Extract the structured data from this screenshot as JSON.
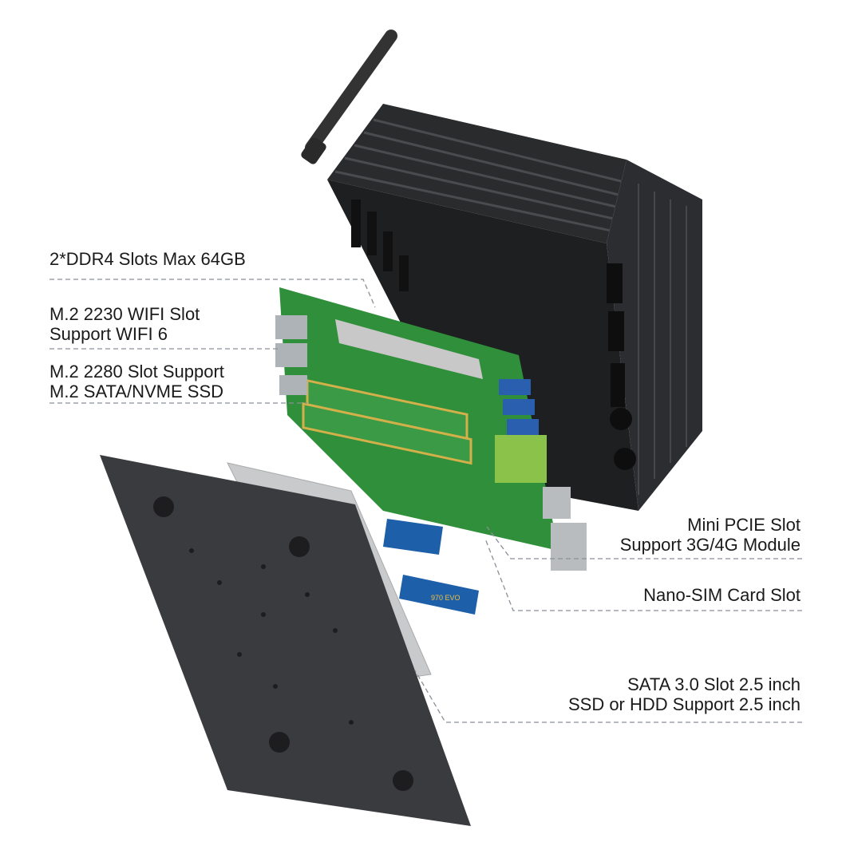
{
  "callouts": {
    "ddr4": "2*DDR4 Slots Max 64GB",
    "wifi": [
      "M.2 2230 WIFI Slot",
      "Support WIFI 6"
    ],
    "m2_2280": [
      "M.2 2280 Slot Support",
      "M.2 SATA/NVME SSD"
    ],
    "mini_pcie": [
      "Mini PCIE Slot",
      "Support 3G/4G Module"
    ],
    "nano_sim": "Nano-SIM Card Slot",
    "sata": [
      "SATA 3.0 Slot 2.5 inch",
      "SSD or HDD Support 2.5 inch"
    ]
  },
  "colors": {
    "case": "#1e1f21",
    "board": "#2f8f3a",
    "bottom_plate": "#3a3b3e",
    "bracket": "#c9cacc",
    "leader_line": "#8a8f99",
    "ssd": "#1d5fa8"
  }
}
